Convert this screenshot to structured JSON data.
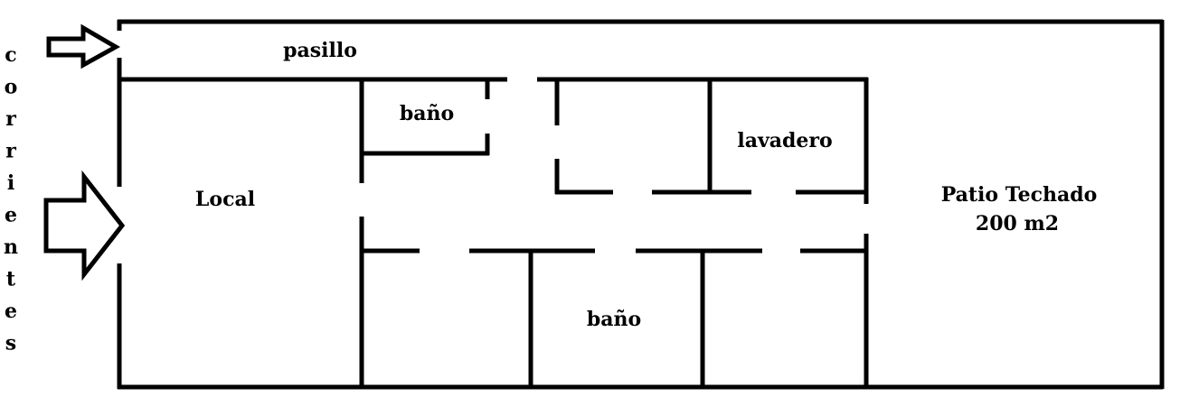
{
  "street": {
    "name": "corrientes",
    "letters": [
      "c",
      "o",
      "r",
      "r",
      "i",
      "e",
      "n",
      "t",
      "e",
      "s"
    ]
  },
  "rooms": {
    "pasillo": "pasillo",
    "bano_top": "baño",
    "local": "Local",
    "lavadero": "lavadero",
    "patio": "Patio Techado",
    "patio_area": "200 m2",
    "bano_bottom": "baño"
  },
  "colors": {
    "wall": "#000000",
    "background": "#ffffff"
  }
}
